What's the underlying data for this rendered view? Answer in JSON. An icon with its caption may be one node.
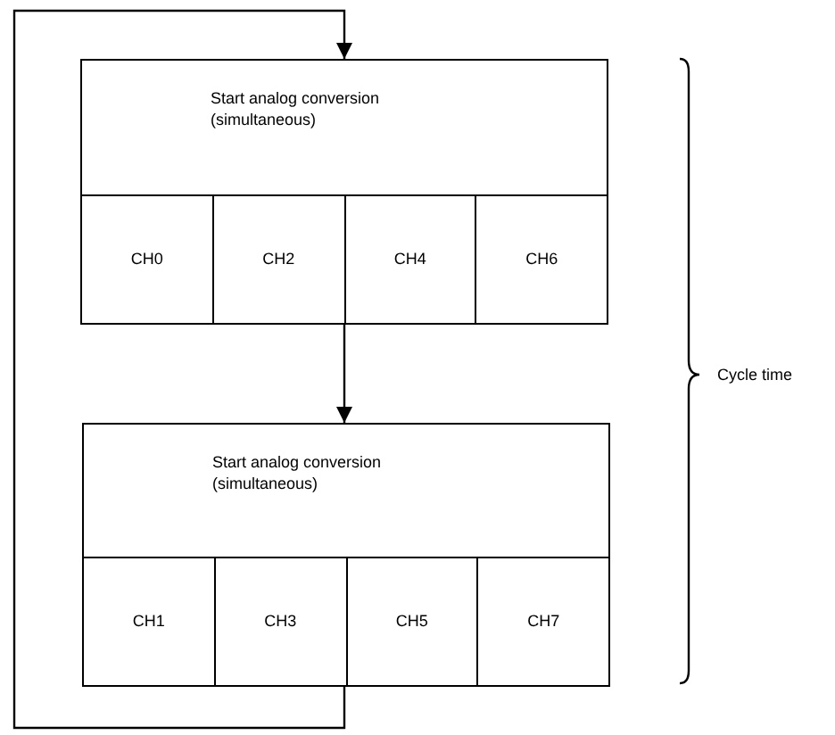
{
  "diagram": {
    "nodes": [
      {
        "text": [
          "Start analog conversion (simultaneous)"
        ]
      },
      {
        "text": [
          "CH0"
        ],
        "in": 0
      },
      {
        "text": [
          "CH2"
        ],
        "in": 0
      },
      {
        "text": [
          "CH4"
        ],
        "in": 0
      },
      {
        "text": [
          "CH6"
        ],
        "in": 0
      },
      {
        "text": [
          "Start analog conversion (simultaneous)"
        ]
      },
      {
        "text": [
          "CH1"
        ],
        "in": 5
      },
      {
        "text": [
          "CH3"
        ],
        "in": 5
      },
      {
        "text": [
          "CH5"
        ],
        "in": 5
      },
      {
        "text": [
          "CH7"
        ],
        "in": 5
      }
    ],
    "edges": [
      {
        "from": 0,
        "to": 5,
        "arrow": "to"
      },
      {
        "from": 5,
        "to": 0,
        "arrow": "to"
      }
    ],
    "labels": [
      "Cycle time"
    ]
  }
}
